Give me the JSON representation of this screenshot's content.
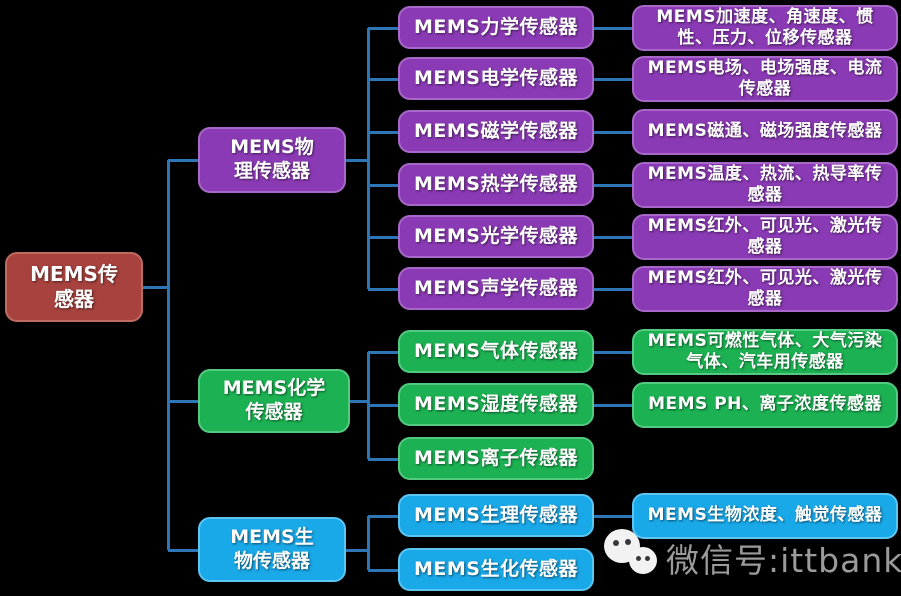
{
  "colors": {
    "background": "#000000",
    "root": "#A7423E",
    "physical": "#8A3AB4",
    "chemical": "#1CB253",
    "biological": "#19A8E8",
    "connector": "#2E75B6",
    "node_text": "#FFFFFF",
    "watermark_text": "#9B9B9B"
  },
  "root": {
    "label": "MEMS传感器"
  },
  "groups": [
    {
      "label": "MEMS物理传感器",
      "color_key": "physical",
      "children": [
        {
          "label": "MEMS力学传感器",
          "leaf": "MEMS加速度、角速度、惯性、压力、位移传感器"
        },
        {
          "label": "MEMS电学传感器",
          "leaf": "MEMS电场、电场强度、电流传感器"
        },
        {
          "label": "MEMS磁学传感器",
          "leaf": "MEMS磁通、磁场强度传感器"
        },
        {
          "label": "MEMS热学传感器",
          "leaf": "MEMS温度、热流、热导率传感器"
        },
        {
          "label": "MEMS光学传感器",
          "leaf": "MEMS红外、可见光、激光传感器"
        },
        {
          "label": "MEMS声学传感器",
          "leaf": "MEMS红外、可见光、激光传感器"
        }
      ]
    },
    {
      "label": "MEMS化学传感器",
      "color_key": "chemical",
      "children": [
        {
          "label": "MEMS气体传感器",
          "leaf": "MEMS可燃性气体、大气污染气体、汽车用传感器"
        },
        {
          "label": "MEMS湿度传感器",
          "leaf": "MEMS PH、离子浓度传感器"
        },
        {
          "label": "MEMS离子传感器",
          "leaf": null
        }
      ]
    },
    {
      "label": "MEMS生物传感器",
      "color_key": "biological",
      "children": [
        {
          "label": "MEMS生理传感器",
          "leaf": "MEMS生物浓度、触觉传感器"
        },
        {
          "label": "MEMS生化传感器",
          "leaf": null
        }
      ]
    }
  ],
  "watermark": {
    "icon": "wechat-icon",
    "text": "微信号:ittbank"
  }
}
